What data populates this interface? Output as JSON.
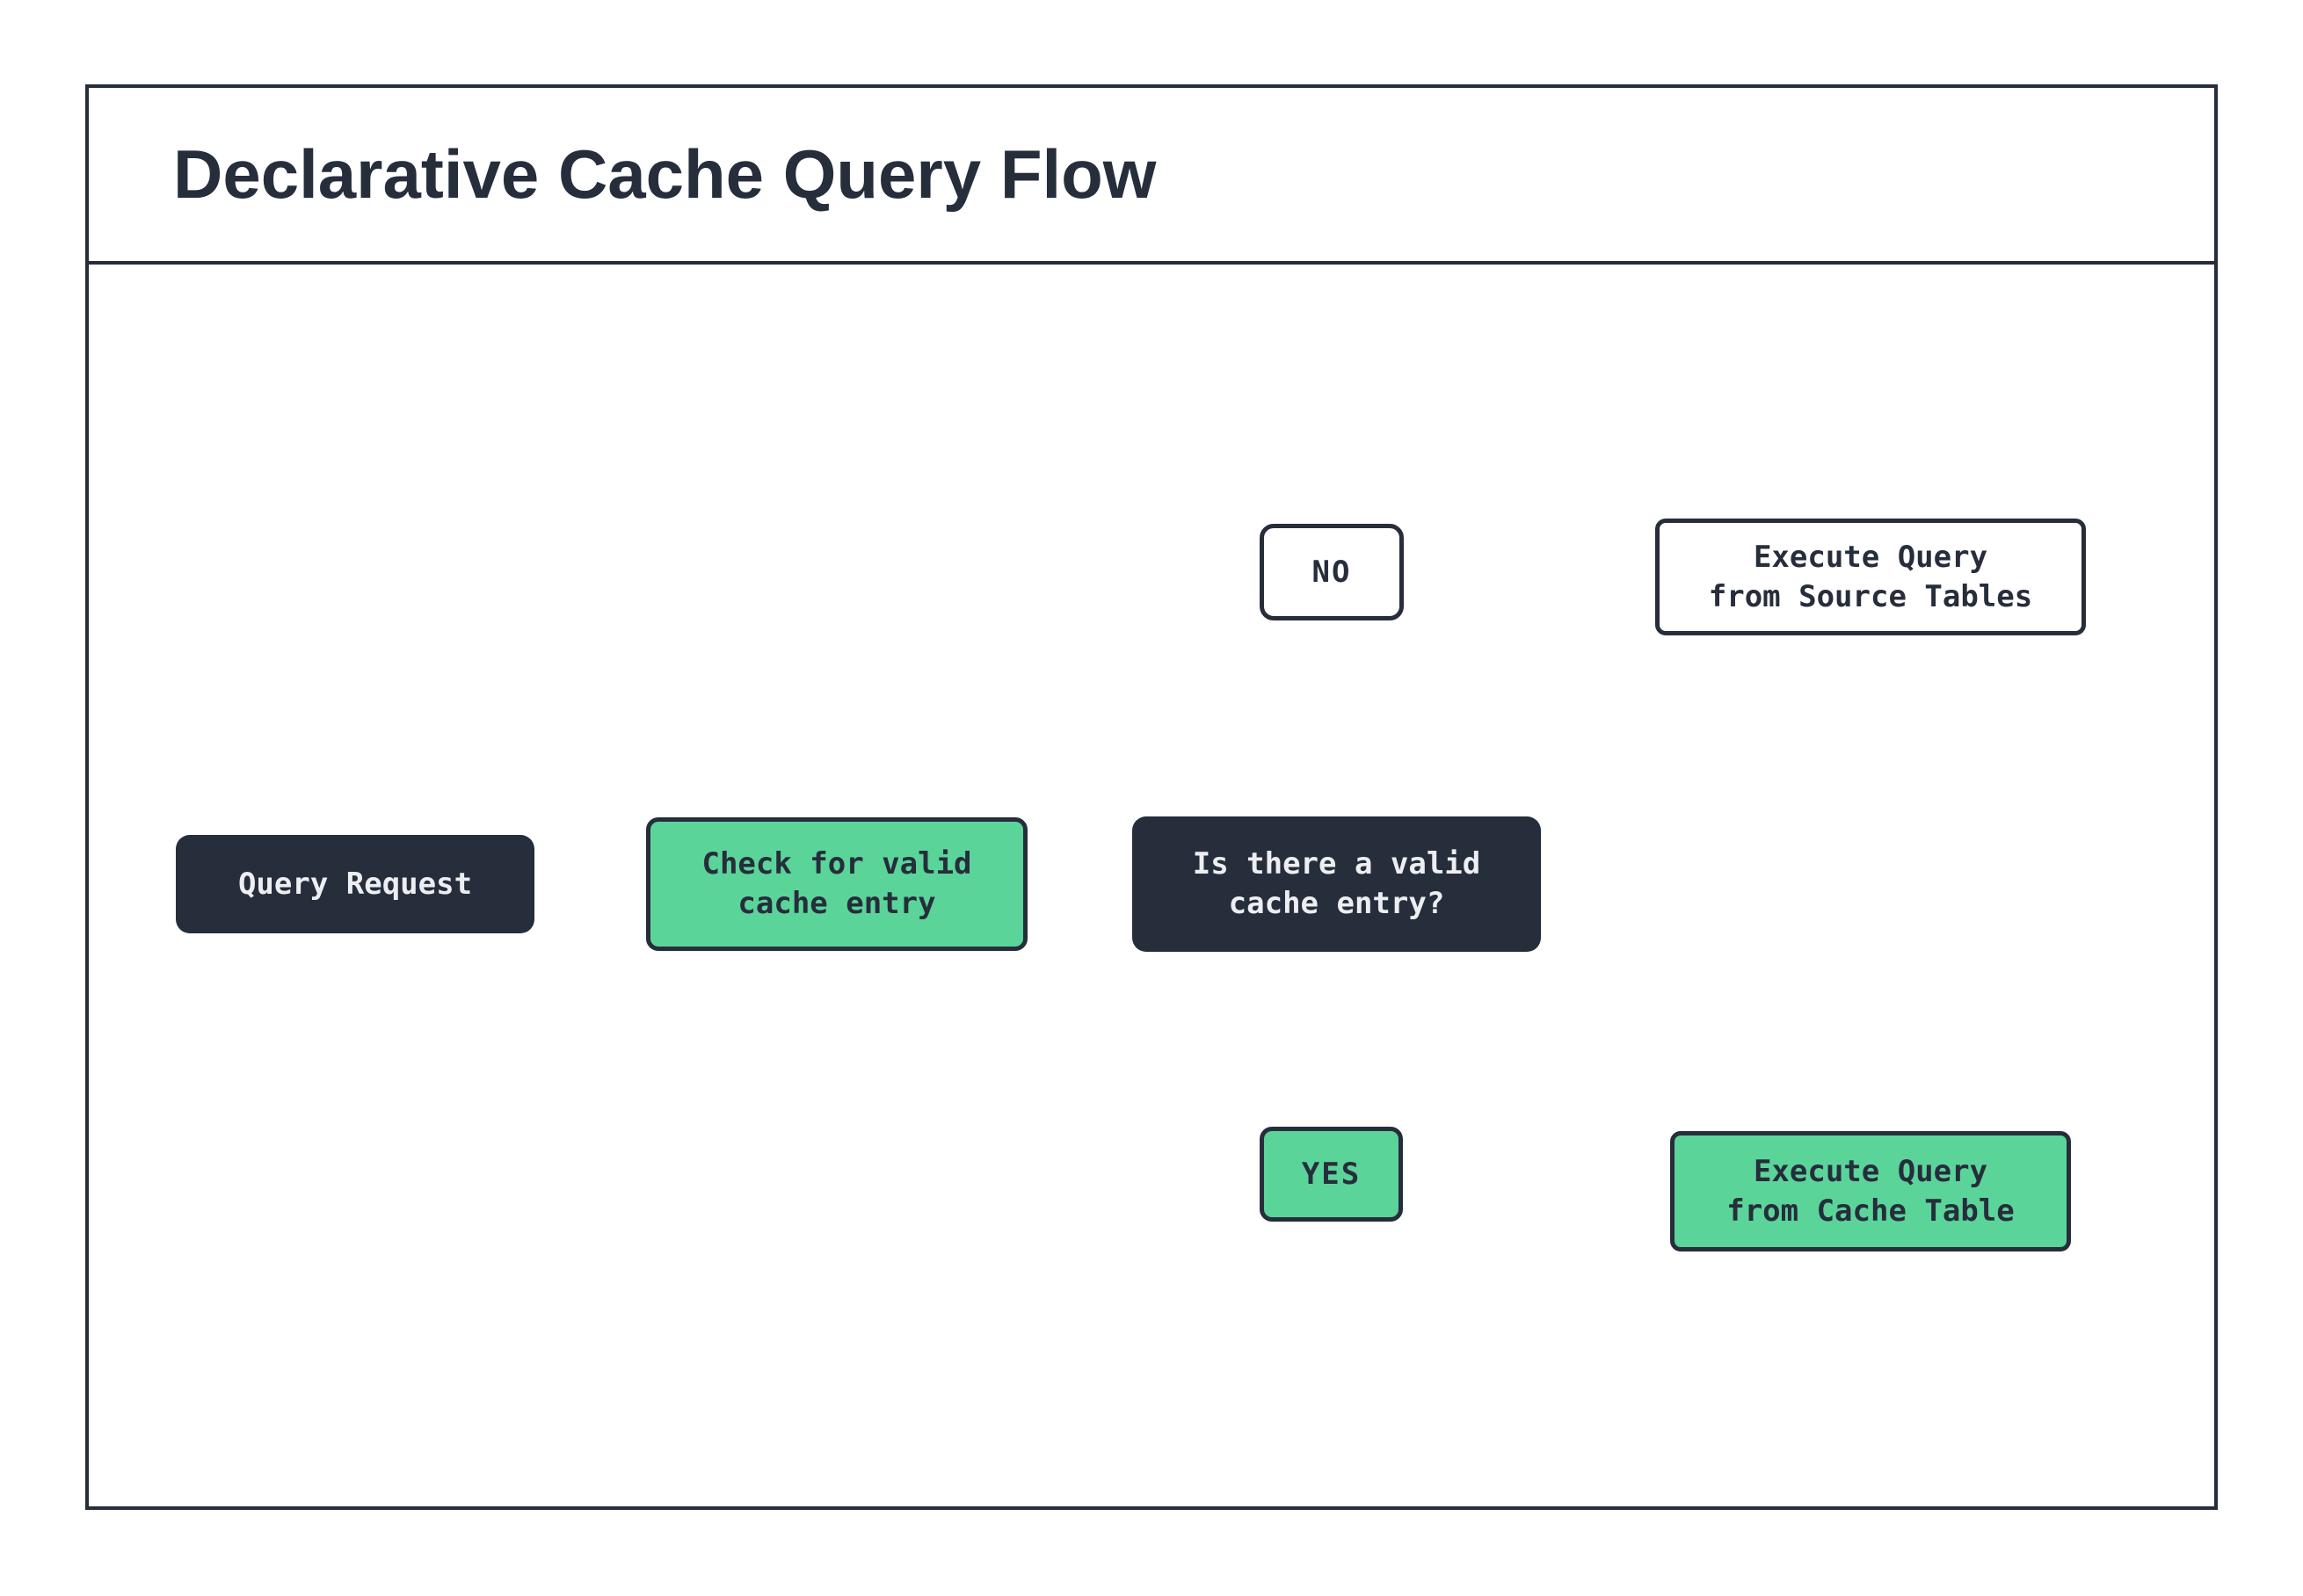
{
  "title": "Declarative Cache Query Flow",
  "colors": {
    "dark": "#262d3b",
    "green": "#5bd49a",
    "light_text": "#edeef1",
    "white": "#ffffff"
  },
  "nodes": {
    "query_request": {
      "label": "Query Request"
    },
    "check_cache": {
      "label": "Check for valid\ncache entry"
    },
    "decision": {
      "label": "Is there a valid\ncache entry?"
    },
    "no_badge": {
      "label": "NO"
    },
    "yes_badge": {
      "label": "YES"
    },
    "source_db": {
      "label": "Execute Query\nfrom Source Tables"
    },
    "cache_db": {
      "label": "Execute Query\nfrom Cache Table"
    }
  }
}
